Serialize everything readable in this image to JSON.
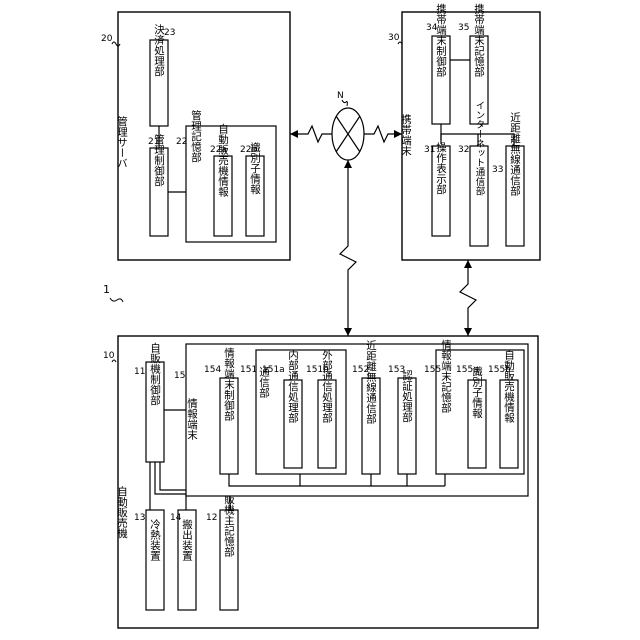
{
  "figure_ref": "1",
  "network": {
    "ref": "N"
  },
  "management_server": {
    "title": "管理サーバ",
    "ref": "20",
    "settlement_unit": {
      "label": "決済処理部",
      "ref": "23"
    },
    "control_unit": {
      "label": "管理制御部",
      "ref": "21"
    },
    "storage_unit": {
      "label": "管理記憶部",
      "ref": "22"
    },
    "vending_info": {
      "label": "自動販売機情報",
      "ref": "22a"
    },
    "identifier_info": {
      "label": "識別子情報",
      "ref": "22b"
    }
  },
  "mobile_terminal": {
    "title": "携帯端末",
    "ref": "30",
    "control_unit": {
      "label": "携帯端末制御部",
      "ref": "34"
    },
    "storage_unit": {
      "label": "携帯端末記憶部",
      "ref": "35"
    },
    "display_unit": {
      "label": "操作表示部",
      "ref": "31"
    },
    "internet_comm": {
      "label": "インターネット通信部",
      "ref": "32"
    },
    "short_range_comm": {
      "label": "近距離無線通信部",
      "ref": "33"
    }
  },
  "vending_machine": {
    "title": "自動販売機",
    "ref": "10",
    "control_unit": {
      "label": "自販機制御部",
      "ref": "11"
    },
    "storage_unit": {
      "label": "自販機主記憶部",
      "ref": "12"
    },
    "cooling_unit": {
      "label": "冷熱装置",
      "ref": "13"
    },
    "dispensing_unit": {
      "label": "搬出装置",
      "ref": "14"
    },
    "info_terminal": {
      "title": "情報端末",
      "ref": "15",
      "terminal_control": {
        "label": "情報端末制御部",
        "ref": "154"
      },
      "comm_unit": {
        "label": "通信部",
        "ref": "151"
      },
      "comm_unit_ref_a": "151a",
      "internal_comm": {
        "label": "内部通信処理部"
      },
      "external_comm": {
        "label": "外部通信処理部",
        "ref": "151b"
      },
      "short_range_comm": {
        "label": "近距離無線通信部",
        "ref": "152"
      },
      "auth_unit": {
        "label": "認証処理部",
        "ref": "153"
      },
      "terminal_storage": {
        "label": "情報端末記憶部",
        "ref": "155"
      },
      "identifier_info": {
        "label": "識別子情報",
        "ref": "155a"
      },
      "vending_info": {
        "label": "自動販売機情報",
        "ref": "155b"
      }
    }
  }
}
